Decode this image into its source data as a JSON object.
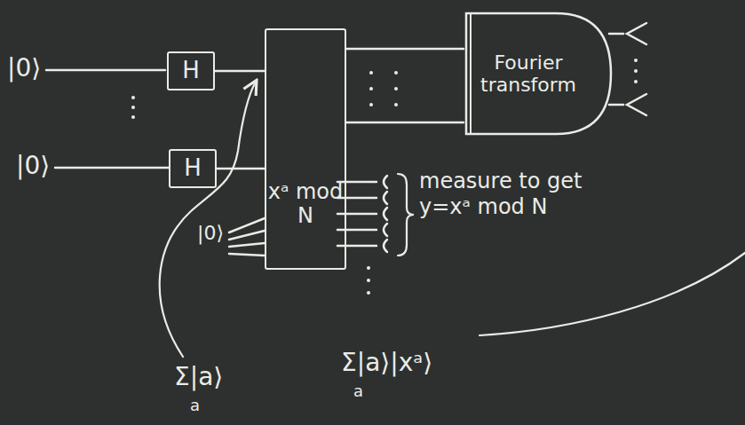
{
  "diagram": {
    "nodes": [
      {
        "text": [
          "H"
        ]
      },
      {
        "text": [
          "H"
        ]
      },
      {
        "text": [
          "xᵃ mod N"
        ]
      },
      {
        "text": [
          "Fourier transform"
        ]
      }
    ],
    "edges": [
      {
        "from": 0,
        "to": 2,
        "arrow": "none"
      },
      {
        "from": 1,
        "to": 2,
        "arrow": "none"
      },
      {
        "from": 2,
        "to": 3,
        "arrow": "none"
      },
      {
        "from": 2,
        "to": 3,
        "arrow": "none"
      }
    ],
    "labels": [
      "|0⟩",
      "|0⟩",
      "|0⟩",
      "measure to get y=xᵃ mod N",
      "Σ|a⟩",
      "a",
      "Σ|a⟩|xᵃ⟩",
      "a"
    ]
  }
}
